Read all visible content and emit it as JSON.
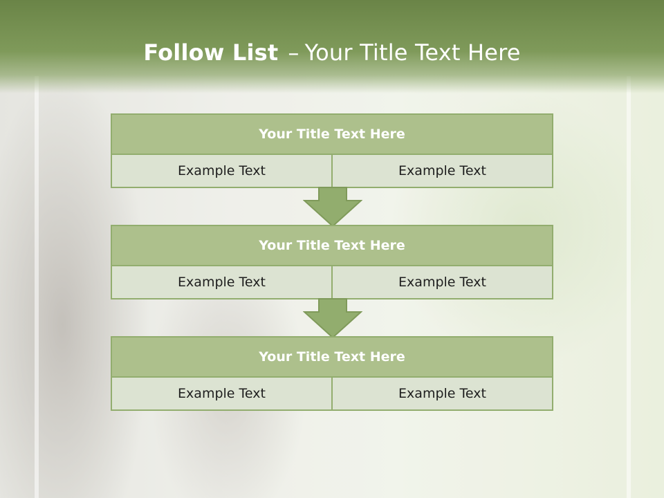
{
  "slide": {
    "title_bold": "Follow List",
    "title_sep": "–",
    "title_rest": "Your Title Text Here"
  },
  "steps": [
    {
      "title": "Your Title Text Here",
      "left": "Example Text",
      "right": "Example Text"
    },
    {
      "title": "Your Title Text Here",
      "left": "Example Text",
      "right": "Example Text"
    },
    {
      "title": "Your Title Text Here",
      "left": "Example Text",
      "right": "Example Text"
    }
  ],
  "colors": {
    "header_green": "#7f9a5a",
    "box_head": "#adc08c",
    "box_border": "#92ad6e",
    "box_cell": "#dce3d2"
  },
  "icons": [
    "down-arrow-icon",
    "down-arrow-icon"
  ]
}
